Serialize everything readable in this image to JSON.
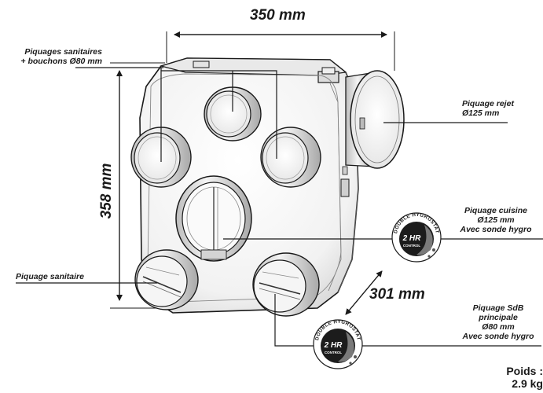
{
  "dimensions": {
    "width": "350 mm",
    "height": "358 mm",
    "depth": "301 mm"
  },
  "labels": {
    "piquages_sanitaires": [
      "Piquages sanitaires",
      "+ bouchons Ø80 mm"
    ],
    "piquage_rejet": [
      "Piquage rejet",
      "Ø125 mm"
    ],
    "piquage_cuisine": [
      "Piquage cuisine",
      "Ø125 mm",
      "Avec sonde hygro"
    ],
    "piquage_sanitaire": [
      "Piquage sanitaire"
    ],
    "piquage_sdb": [
      "Piquage SdB",
      "principale",
      "Ø80 mm",
      "Avec sonde hygro"
    ]
  },
  "badges": {
    "arc_text": "DOUBLE HYGROSTAT",
    "main_text": "2 HR",
    "sub_text": "CONTROL"
  },
  "weight": [
    "Poids :",
    "2.9 kg"
  ]
}
